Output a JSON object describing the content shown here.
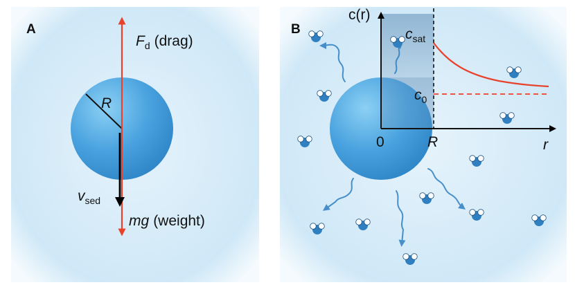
{
  "panel_a": {
    "letter": "A",
    "drag_symbol": "F",
    "drag_subscript": "d",
    "drag_text": "(drag)",
    "radius_symbol": "R",
    "velocity_symbol": "v",
    "velocity_subscript": "sed",
    "weight_symbol": "mg",
    "weight_text": "(weight)"
  },
  "panel_b": {
    "letter": "B",
    "y_axis_label": "c(r)",
    "x_axis_label": "r",
    "origin_label": "0",
    "radius_tick_label": "R",
    "c_sat_symbol": "c",
    "c_sat_subscript": "sat",
    "c0_symbol": "c",
    "c0_subscript": "0"
  },
  "colors": {
    "background_fill": "#e6f3fb",
    "sphere_fill": "#4aa3df",
    "drag_arrow": "#e8412c",
    "weight_arrow": "#e8412c",
    "velocity_arrow": "#000000",
    "concentration_curve": "#e8412c",
    "c0_dashed_line": "#e8412c",
    "wavy_arrows": "#2f7fc1",
    "molecule_oxygen": "#2f7fc1",
    "molecule_hydrogen": "#ffffff"
  },
  "icons": [
    "water-molecule-icon",
    "wavy-diffusion-arrow-icon"
  ]
}
